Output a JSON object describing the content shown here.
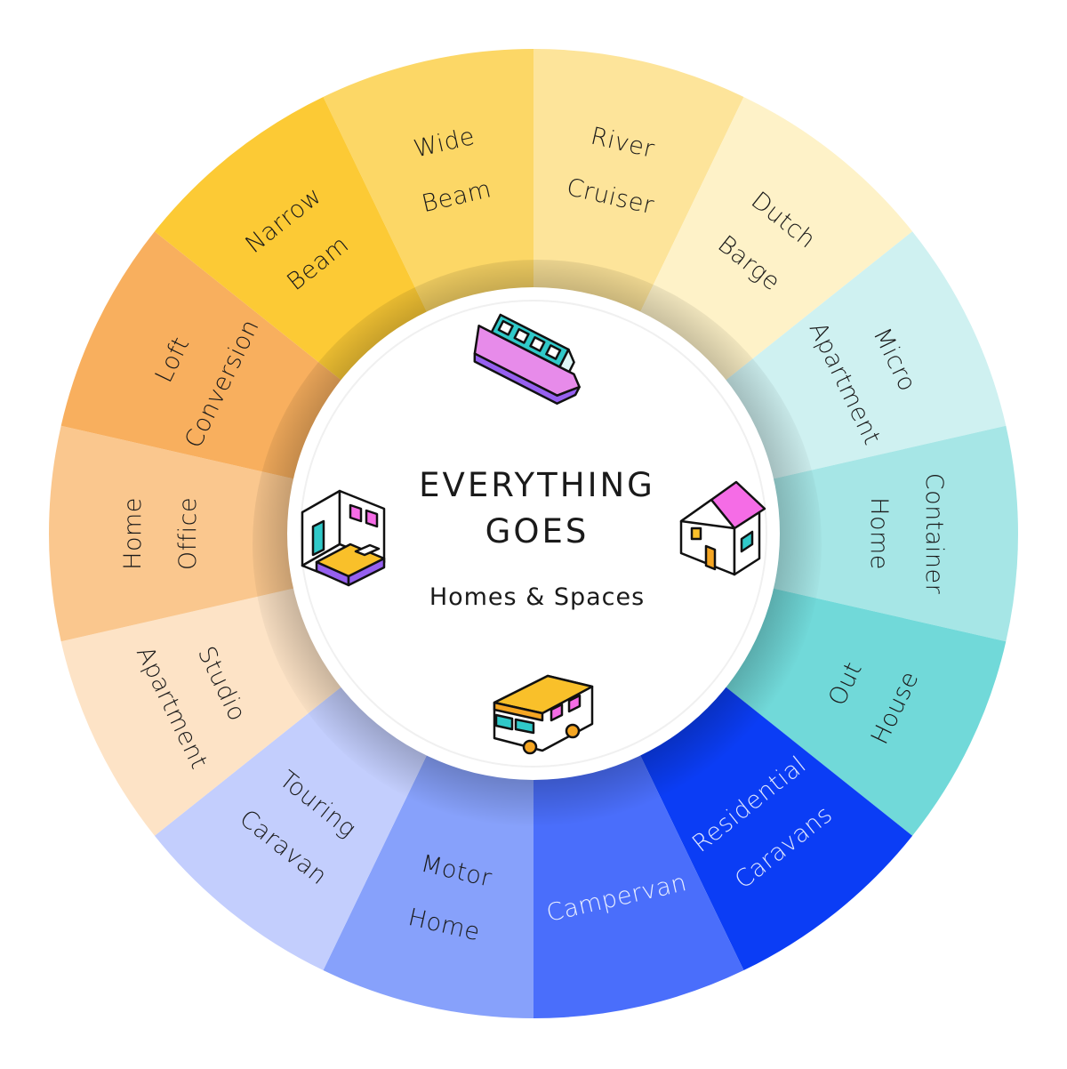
{
  "center": {
    "title_line1": "EVERYTHING",
    "title_line2": "GOES",
    "subtitle": "Homes & Spaces"
  },
  "segments": [
    {
      "id": "wide-beam",
      "lines": [
        "Wide",
        "Beam"
      ],
      "color": "#FCD766",
      "text_color": "#1a1a1a"
    },
    {
      "id": "river-cruiser",
      "lines": [
        "River",
        "Cruiser"
      ],
      "color": "#FDE49A",
      "text_color": "#1a1a1a"
    },
    {
      "id": "dutch-barge",
      "lines": [
        "Dutch",
        "Barge"
      ],
      "color": "#FEF2C8",
      "text_color": "#1a1a1a"
    },
    {
      "id": "micro-apartment",
      "lines": [
        "Micro",
        "Apartment"
      ],
      "color": "#CFF1F1",
      "text_color": "#1a1a1a"
    },
    {
      "id": "container-home",
      "lines": [
        "Container",
        "Home"
      ],
      "color": "#A6E6E6",
      "text_color": "#1a1a1a"
    },
    {
      "id": "out-house",
      "lines": [
        "Out",
        "House"
      ],
      "color": "#71D9D9",
      "text_color": "#1a1a1a"
    },
    {
      "id": "residential-caravans",
      "lines": [
        "Residential",
        "Caravans"
      ],
      "color": "#0B3DF5",
      "text_color": "#dfe6ff"
    },
    {
      "id": "campervan",
      "lines": [
        "Campervan"
      ],
      "color": "#4A6EFB",
      "text_color": "#eaf0ff"
    },
    {
      "id": "motor-home",
      "lines": [
        "Motor",
        "Home"
      ],
      "color": "#87A1FB",
      "text_color": "#1a1a1a"
    },
    {
      "id": "touring-caravan",
      "lines": [
        "Touring",
        "Caravan"
      ],
      "color": "#C3CEFD",
      "text_color": "#1a1a1a"
    },
    {
      "id": "studio-apartment",
      "lines": [
        "Studio",
        "Apartment"
      ],
      "color": "#FDE3C6",
      "text_color": "#1a1a1a"
    },
    {
      "id": "home-office",
      "lines": [
        "Home",
        "Office"
      ],
      "color": "#FAC78E",
      "text_color": "#1a1a1a"
    },
    {
      "id": "loft-conversion",
      "lines": [
        "Loft",
        "Conversion"
      ],
      "color": "#F8AF5E",
      "text_color": "#1a1a1a"
    },
    {
      "id": "narrow-beam",
      "lines": [
        "Narrow",
        "Beam"
      ],
      "color": "#FCCA35",
      "text_color": "#1a1a1a"
    }
  ],
  "icons": [
    "boat-icon",
    "house-icon",
    "campervan-icon",
    "room-icon"
  ]
}
